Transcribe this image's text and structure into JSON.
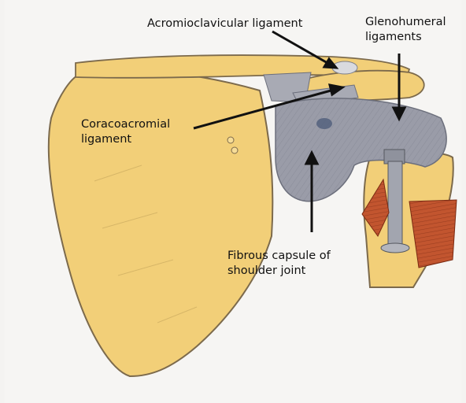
{
  "labels": {
    "acromioclavicular": "Acromioclavicular ligament",
    "glenohumeral": "Glenohumeral\nligaments",
    "coracoacromial": "Coracoacromial\nligament",
    "fibrous_capsule": "Fibrous capsule of\nshoulder joint"
  },
  "colors": {
    "bone": "#f2cf78",
    "bone_outline": "#7c6a4c",
    "capsule": "#9a9ca8",
    "ligament": "#a8aab4",
    "muscle": "#c2552f",
    "arrow": "#111111"
  }
}
